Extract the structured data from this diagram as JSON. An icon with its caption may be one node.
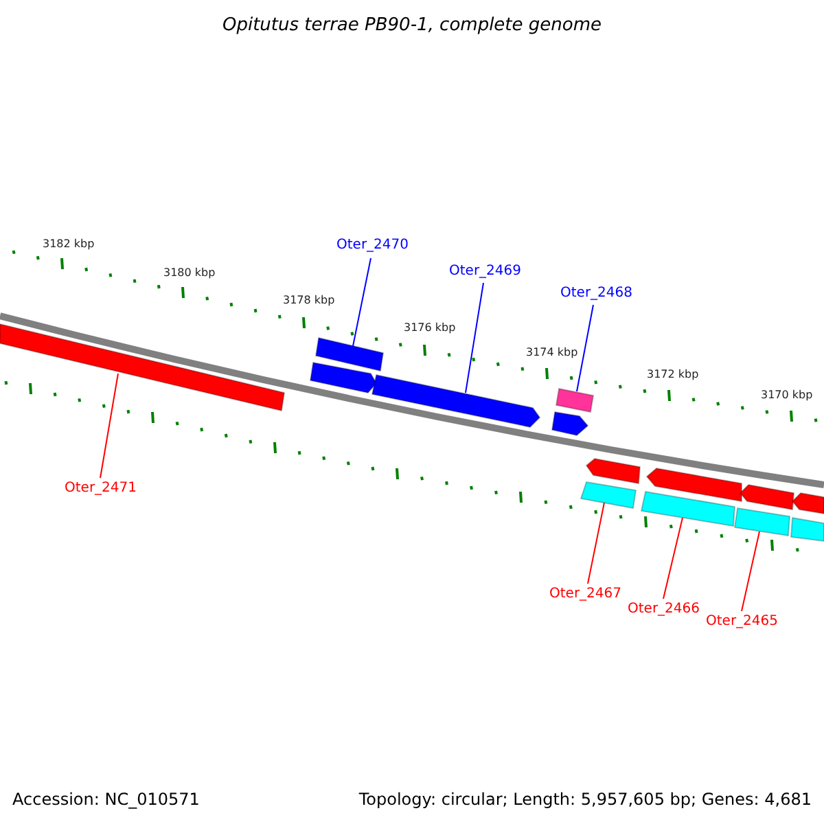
{
  "diagram": {
    "title": "Opitutus terrae PB90-1, complete genome",
    "nodes": [
      {
        "text": [
          "Oter_2470"
        ]
      },
      {
        "text": [
          "Oter_2469"
        ]
      },
      {
        "text": [
          "Oter_2468"
        ]
      },
      {
        "text": [
          "Oter_2471"
        ]
      },
      {
        "text": [
          "Oter_2467"
        ]
      },
      {
        "text": [
          "Oter_2466"
        ]
      },
      {
        "text": [
          "Oter_2465"
        ]
      },
      {
        "text": [],
        "shape": "bar"
      },
      {
        "text": [],
        "shape": "bar"
      },
      {
        "text": [],
        "shape": "bar"
      },
      {
        "text": [],
        "shape": "bar"
      },
      {
        "text": [],
        "shape": "bar"
      },
      {
        "text": [],
        "shape": "bar"
      },
      {
        "text": [],
        "shape": "bar"
      },
      {
        "text": [],
        "shape": "bar"
      },
      {
        "text": [],
        "shape": "bar"
      },
      {
        "text": [],
        "shape": "bar"
      },
      {
        "text": [],
        "shape": "bar"
      },
      {
        "text": [],
        "shape": "bar"
      },
      {
        "text": [],
        "shape": "bar"
      },
      {
        "text": [],
        "shape": "bar"
      }
    ],
    "edges": [
      {
        "from": 0,
        "to": 8,
        "arrow": "none",
        "color": "#0000ff"
      },
      {
        "from": 1,
        "to": 10,
        "arrow": "none",
        "color": "#0000ff"
      },
      {
        "from": 2,
        "to": 11,
        "arrow": "none",
        "color": "#0000ff"
      },
      {
        "from": 3,
        "to": 7,
        "arrow": "none"
      },
      {
        "from": 4,
        "to": 17,
        "arrow": "none"
      },
      {
        "from": 5,
        "to": 18,
        "arrow": "none"
      },
      {
        "from": 6,
        "to": 19,
        "arrow": "none"
      }
    ],
    "labels": [
      "3182 kbp",
      "3180 kbp",
      "3178 kbp",
      "3176 kbp",
      "3174 kbp",
      "3172 kbp",
      "3170 kbp",
      "Accession: NC_010571",
      "Topology: circular; Length: 5,957,605 bp; Genes: 4,681"
    ]
  }
}
